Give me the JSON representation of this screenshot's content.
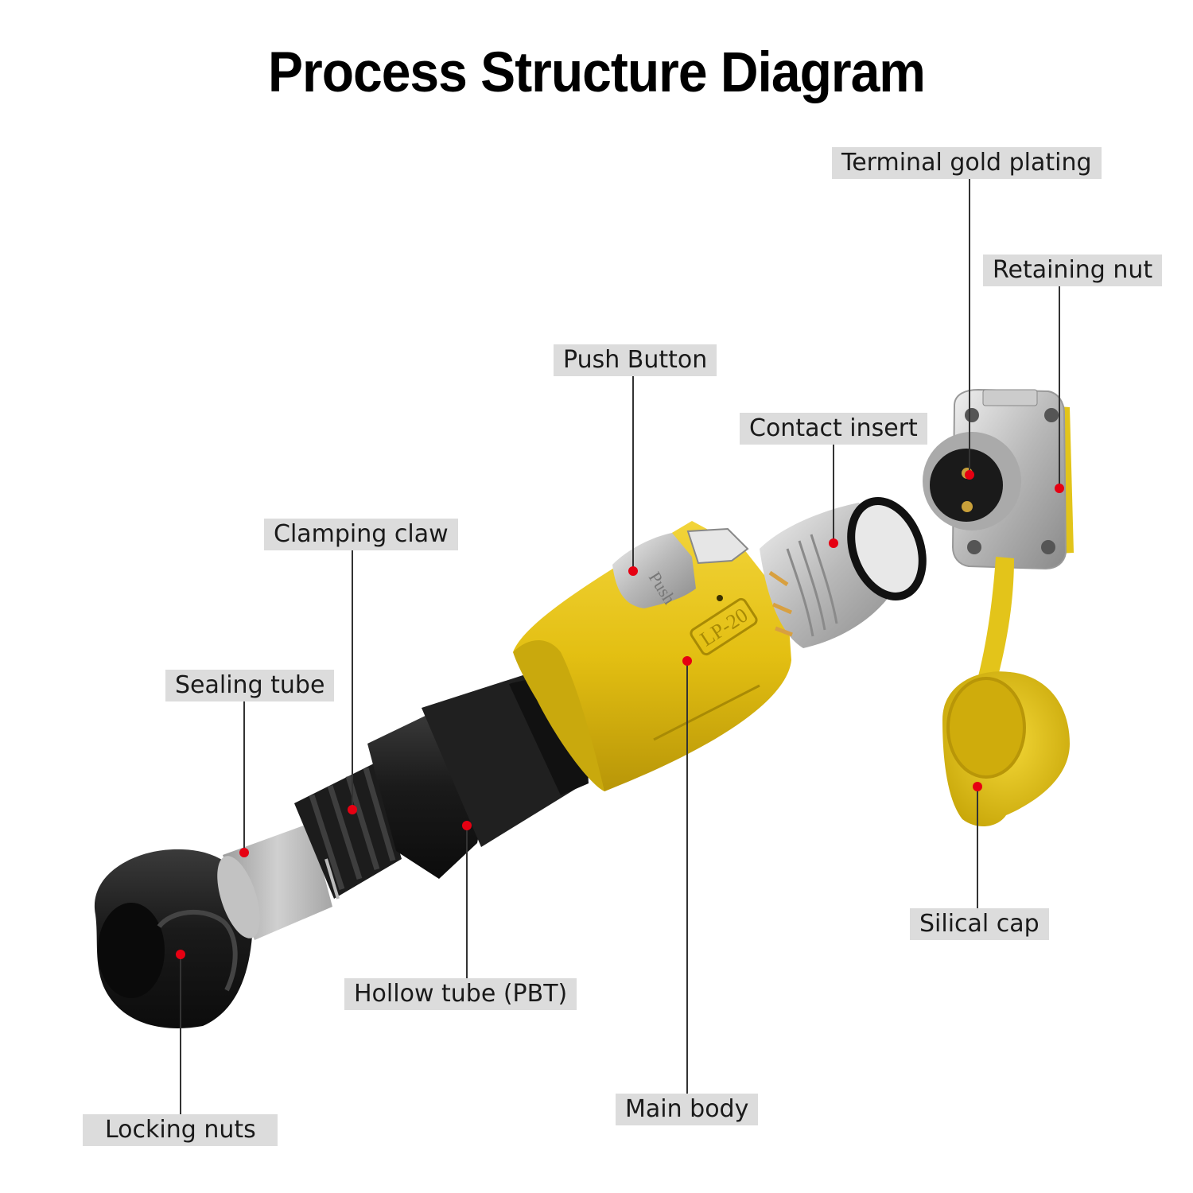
{
  "title": "Process Structure Diagram",
  "labels": {
    "terminal_gold_plating": "Terminal gold plating",
    "retaining_nut": "Retaining nut",
    "push_button": "Push Button",
    "contact_insert": "Contact insert",
    "clamping_claw": "Clamping claw",
    "sealing_tube": "Sealing tube",
    "hollow_tube": "Hollow tube (PBT)",
    "silical_cap": "Silical cap",
    "main_body": "Main body",
    "locking_nuts": "Locking nuts"
  },
  "product_marks": {
    "button_text": "Push",
    "body_model": "LP-20"
  },
  "colors": {
    "marker": "#e60012",
    "leader": "#333333",
    "label_bg": "#dcdcdc",
    "yellow": "#e8c618",
    "black_part": "#1c1c1c",
    "metal": "#c4c4c4"
  }
}
